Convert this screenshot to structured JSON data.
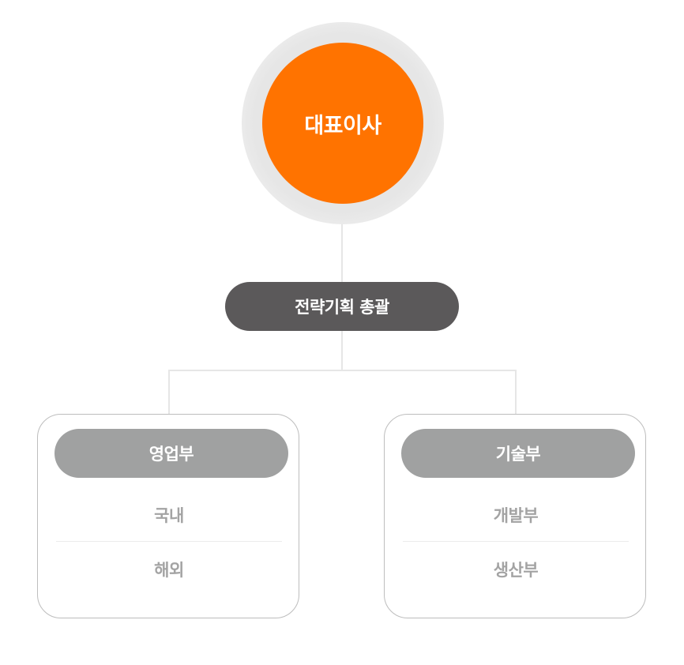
{
  "ceo": {
    "label": "대표이사"
  },
  "strategy": {
    "label": "전략기획 총괄"
  },
  "departments": [
    {
      "title": "영업부",
      "subs": [
        "국내",
        "해외"
      ]
    },
    {
      "title": "기술부",
      "subs": [
        "개발부",
        "생산부"
      ]
    }
  ],
  "colors": {
    "ceo": "#ff7300",
    "strategy": "#5b595a",
    "dept_header": "#a0a1a1",
    "sub_text": "#a3a3a3"
  }
}
